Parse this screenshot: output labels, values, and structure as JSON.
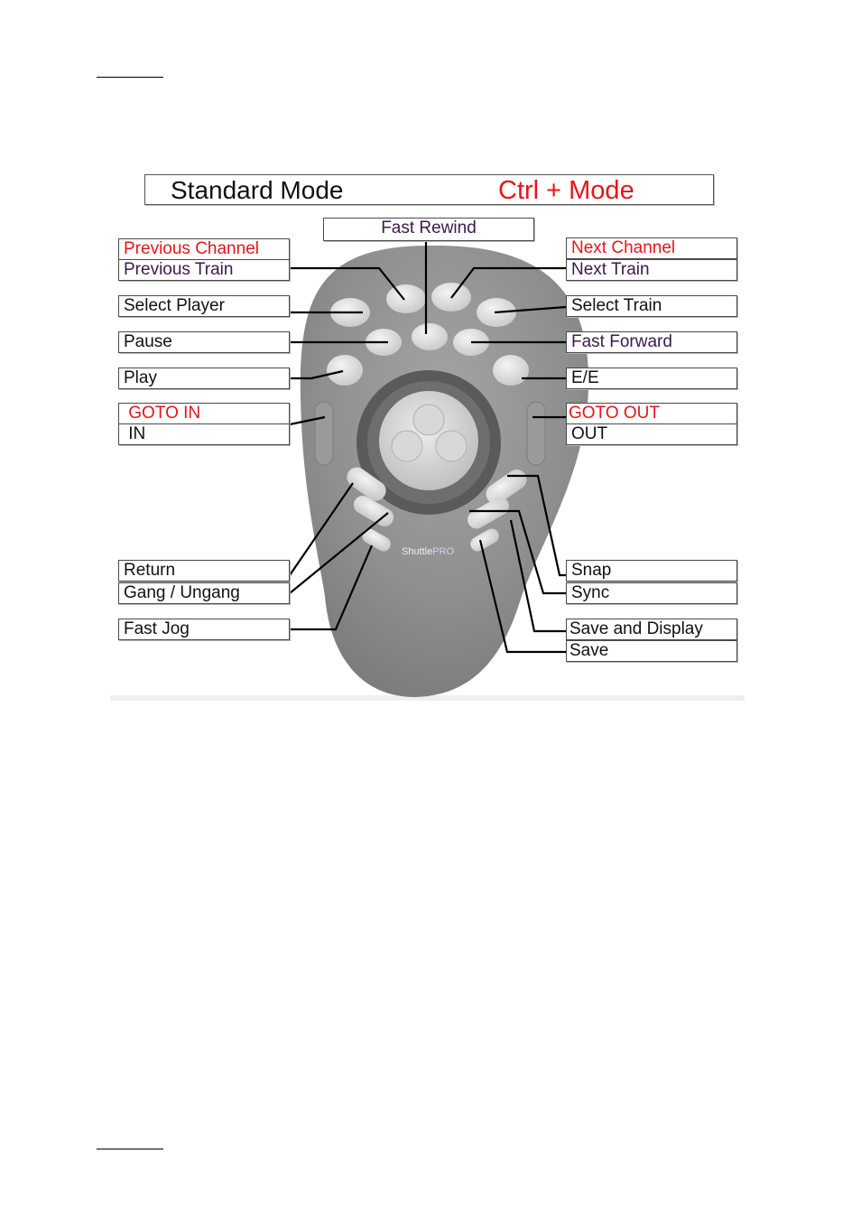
{
  "header": {
    "standard_mode": "Standard Mode",
    "ctrl_mode": "Ctrl + Mode"
  },
  "device": {
    "brand": "ShuttlePRO",
    "brand_prefix": "Shuttle",
    "brand_suffix": "PRO"
  },
  "labels": {
    "fast_rewind": "Fast Rewind",
    "previous_channel": "Previous Channel",
    "previous_train": "Previous Train",
    "select_player": "Select Player",
    "pause": "Pause",
    "play": "Play",
    "goto_in": " GOTO IN",
    "in": " IN",
    "return": "Return",
    "gang_ungang": "Gang / Ungang",
    "fast_jog": "Fast Jog",
    "next_channel": "Next Channel",
    "next_train": "Next Train",
    "select_train": "Select Train",
    "fast_forward": "Fast Forward",
    "ee": "E/E",
    "goto_out": "GOTO OUT",
    "out": "OUT",
    "snap": "Snap",
    "sync": "Sync",
    "save_and_display": "Save and Display",
    "save": "Save"
  },
  "colors": {
    "ctrl_mode_text": "#e8141a",
    "standard_text": "#111111",
    "previous_next_train_text": "#3c1a48",
    "device_body": "#8e8e8e",
    "device_buttons": "#dcdcdc"
  }
}
